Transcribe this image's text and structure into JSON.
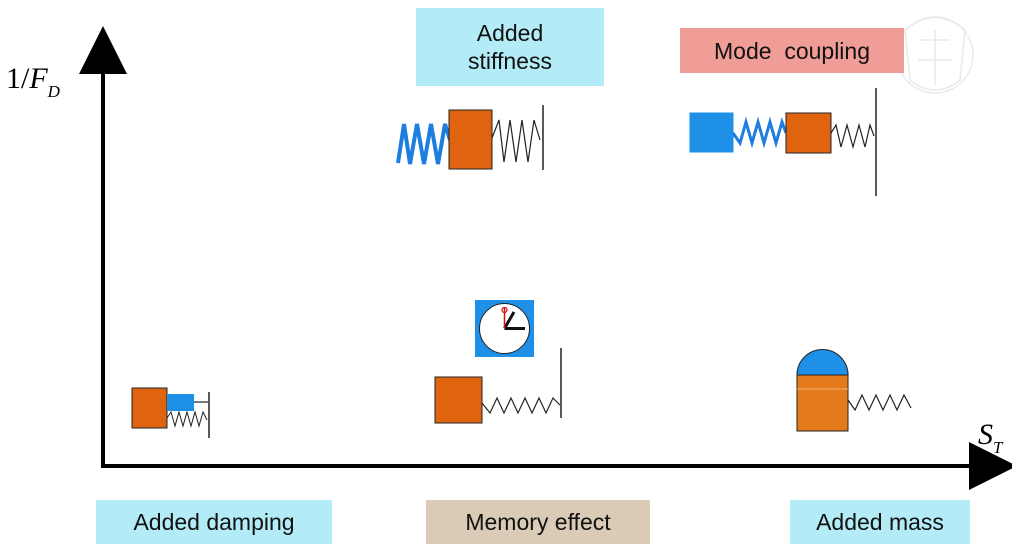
{
  "labels": {
    "added_stiffness": "Added\nstiffness",
    "mode_coupling": "Mode  coupling",
    "added_damping": "Added damping",
    "memory_effect": "Memory effect",
    "added_mass": "Added mass"
  },
  "axes": {
    "y_prefix": "1/",
    "y_var": "F",
    "y_sub": "D",
    "x_var": "S",
    "x_sub": "T"
  },
  "colors": {
    "cyan_box": "#b3ecf6",
    "pink_box": "#ef9d96",
    "tan_box": "#d9cbb5",
    "orange_mass": "#e06410",
    "blue_mass": "#1e90e8",
    "spring_blue": "#1e7ee0",
    "axis": "#000000"
  },
  "icons": {
    "clock": "station-clock-icon",
    "watermark": "crest-watermark-icon"
  }
}
